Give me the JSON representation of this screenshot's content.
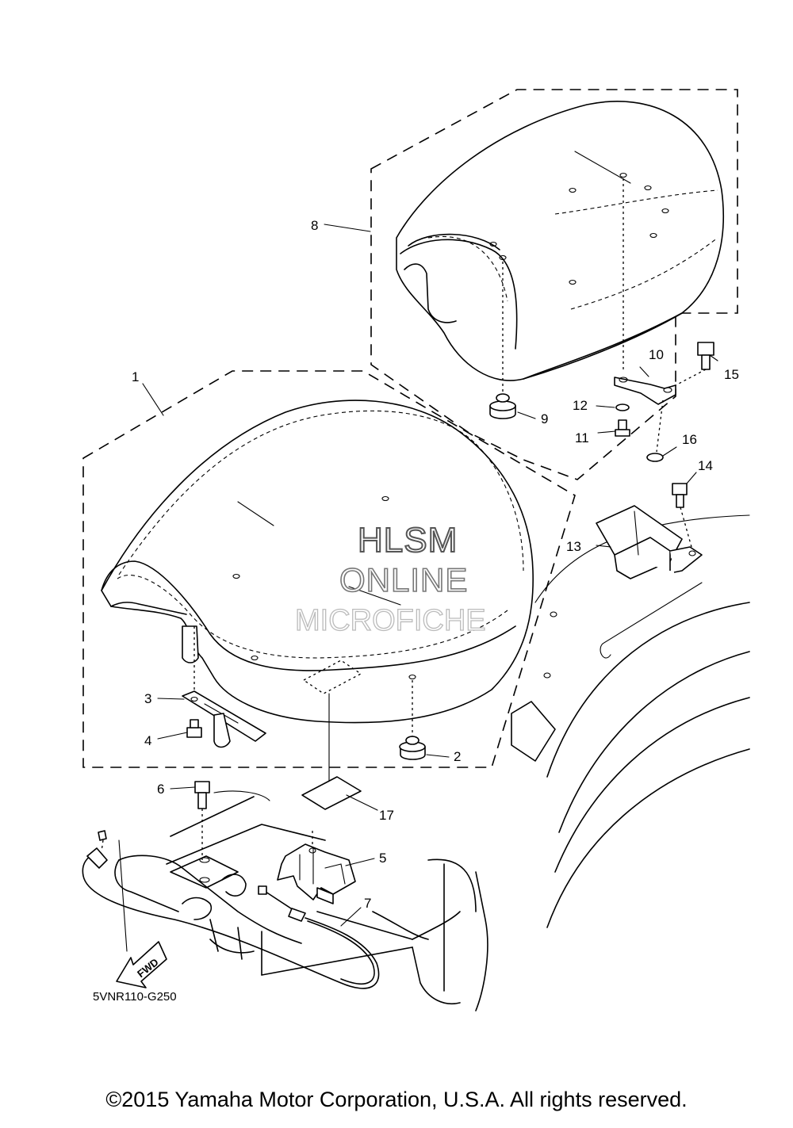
{
  "diagram": {
    "diagram_code": "5VNR110-G250",
    "direction_label": "FWD",
    "callouts": {
      "p1": "1",
      "p2": "2",
      "p3": "3",
      "p4": "4",
      "p5": "5",
      "p6": "6",
      "p7": "7",
      "p8": "8",
      "p9": "9",
      "p10": "10",
      "p11": "11",
      "p12": "12",
      "p13": "13",
      "p14": "14",
      "p15": "15",
      "p16": "16",
      "p17": "17"
    }
  },
  "watermark": {
    "line1": "HLSM",
    "line2": "ONLINE",
    "line3": "MICROFICHE"
  },
  "footer": {
    "copyright": "©2015 Yamaha Motor Corporation, U.S.A. All rights reserved."
  }
}
